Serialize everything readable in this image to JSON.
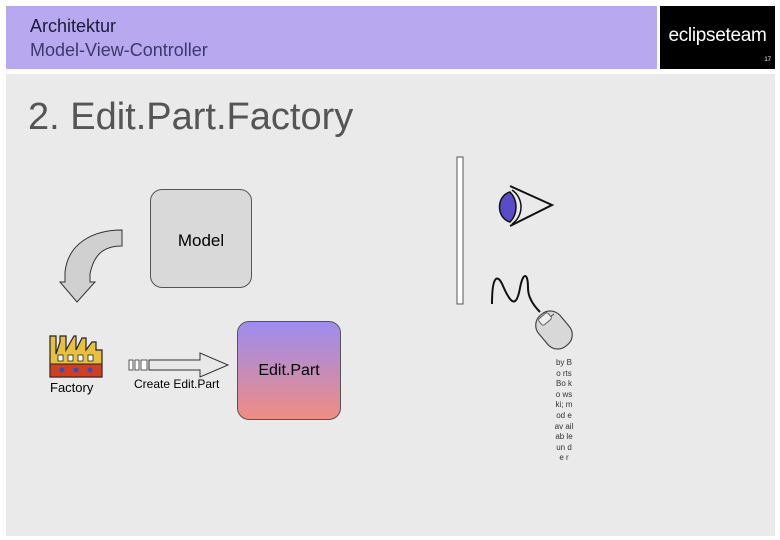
{
  "header": {
    "title": "Architektur",
    "subtitle": "Model-View-Controller",
    "logo_text": "eclipseteam",
    "page_number": "17"
  },
  "slide": {
    "title": "2. Edit.Part.Factory"
  },
  "diagram": {
    "model_label": "Model",
    "editpart_label": "Edit.Part",
    "factory_label": "Factory",
    "create_label": "Create Edit.Part",
    "vertical_text": "by Bo rts Bo ko ws ki; m od e av ail ab le un de r"
  },
  "colors": {
    "header_bg": "#b8a8f0",
    "content_bg": "#eaeaea",
    "model_fill": "#d9d9d9",
    "editpart_gradient_top": "#9e8cf0",
    "editpart_gradient_bottom": "#f08c82"
  },
  "icons": [
    "eye-icon",
    "mouse-icon",
    "factory-icon",
    "curved-arrow-icon",
    "right-arrow-icon"
  ]
}
